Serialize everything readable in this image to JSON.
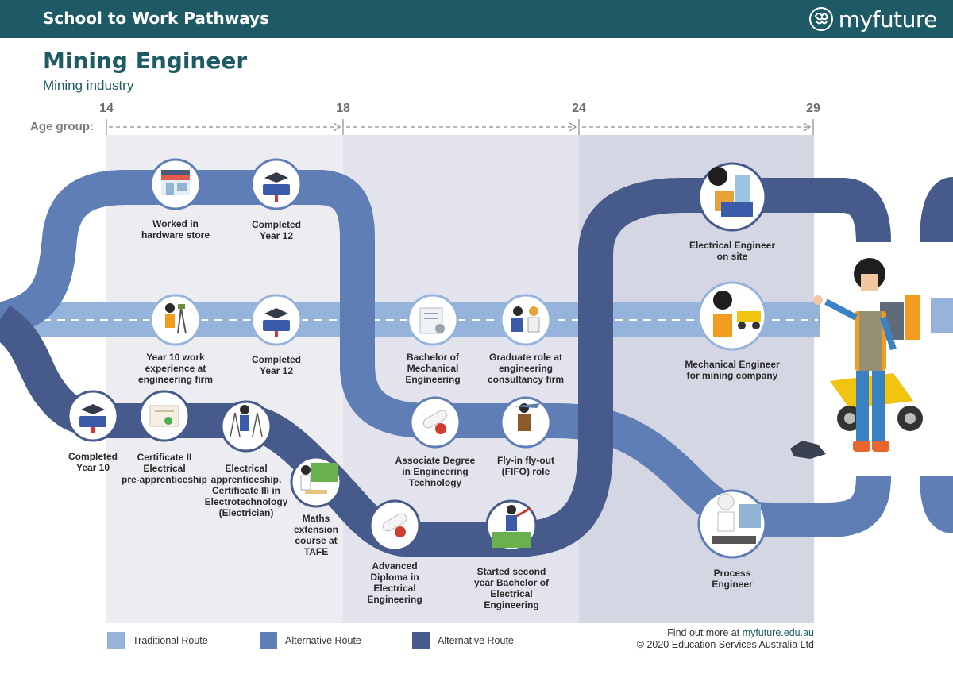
{
  "header": {
    "title": "School to Work Pathways",
    "brand": "myfuture"
  },
  "page": {
    "title": "Mining Engineer",
    "subtitle": "Mining industry"
  },
  "age": {
    "label": "Age group:",
    "ticks": [
      "14",
      "18",
      "24",
      "29"
    ]
  },
  "colors": {
    "header_bg": "#1e5a66",
    "traditional": "#96b3dc",
    "alternative_1": "#5f7eb6",
    "alternative_2": "#465a8c",
    "band_light": "#ececf1",
    "band_mid": "#e2e3ec",
    "band_dark": "#d4d6e3"
  },
  "nodes": {
    "hardware_store": {
      "label": "Worked in\nhardware store",
      "icon": "hardware-store-icon"
    },
    "completed_y12_top": {
      "label": "Completed\nYear 12",
      "icon": "graduation-book-icon"
    },
    "year10_work": {
      "label": "Year 10 work\nexperience at\nengineering firm",
      "icon": "surveyor-icon"
    },
    "completed_y12_mid": {
      "label": "Completed\nYear 12",
      "icon": "graduation-book-icon"
    },
    "bachelor_mech": {
      "label": "Bachelor of\nMechanical\nEngineering",
      "icon": "certificate-icon"
    },
    "graduate_role": {
      "label": "Graduate role at\nengineering\nconsultancy firm",
      "icon": "office-workers-icon"
    },
    "elec_engineer_site": {
      "label": "Electrical Engineer\non site",
      "icon": "engineer-blueprint-icon"
    },
    "mech_engineer": {
      "label": "Mechanical Engineer\nfor mining company",
      "icon": "engineer-truck-icon"
    },
    "completed_y10": {
      "label": "Completed\nYear 10",
      "icon": "graduation-book-icon"
    },
    "cert_ii": {
      "label": "Certificate II\nElectrical\npre-apprenticeship",
      "icon": "certificate-icon"
    },
    "elec_apprentice": {
      "label": "Electrical\napprenticeship,\nCertificate III in\nElectrotechnology\n(Electrician)",
      "icon": "electrician-icon"
    },
    "maths_ext": {
      "label": "Maths\nextension\ncourse at\nTAFE",
      "icon": "teacher-board-icon"
    },
    "assoc_degree": {
      "label": "Associate Degree\nin Engineering\nTechnology",
      "icon": "diploma-scroll-icon"
    },
    "fifo": {
      "label": "Fly-in fly-out\n(FIFO) role",
      "icon": "fifo-worker-icon"
    },
    "adv_diploma": {
      "label": "Advanced\nDiploma in\nElectrical\nEngineering",
      "icon": "diploma-scroll-icon"
    },
    "second_year": {
      "label": "Started second\nyear Bachelor of\nElectrical\nEngineering",
      "icon": "graduate-celebrate-icon"
    },
    "process_eng": {
      "label": "Process\nEngineer",
      "icon": "lab-engineer-icon"
    }
  },
  "legend": [
    {
      "label": "Traditional Route",
      "color": "#96b3dc"
    },
    {
      "label": "Alternative Route",
      "color": "#5f7eb6"
    },
    {
      "label": "Alternative Route",
      "color": "#465a8c"
    }
  ],
  "footer": {
    "prefix": "Find out more at ",
    "link": "myfuture.edu.au",
    "copyright": "© 2020 Education Services Australia Ltd"
  }
}
